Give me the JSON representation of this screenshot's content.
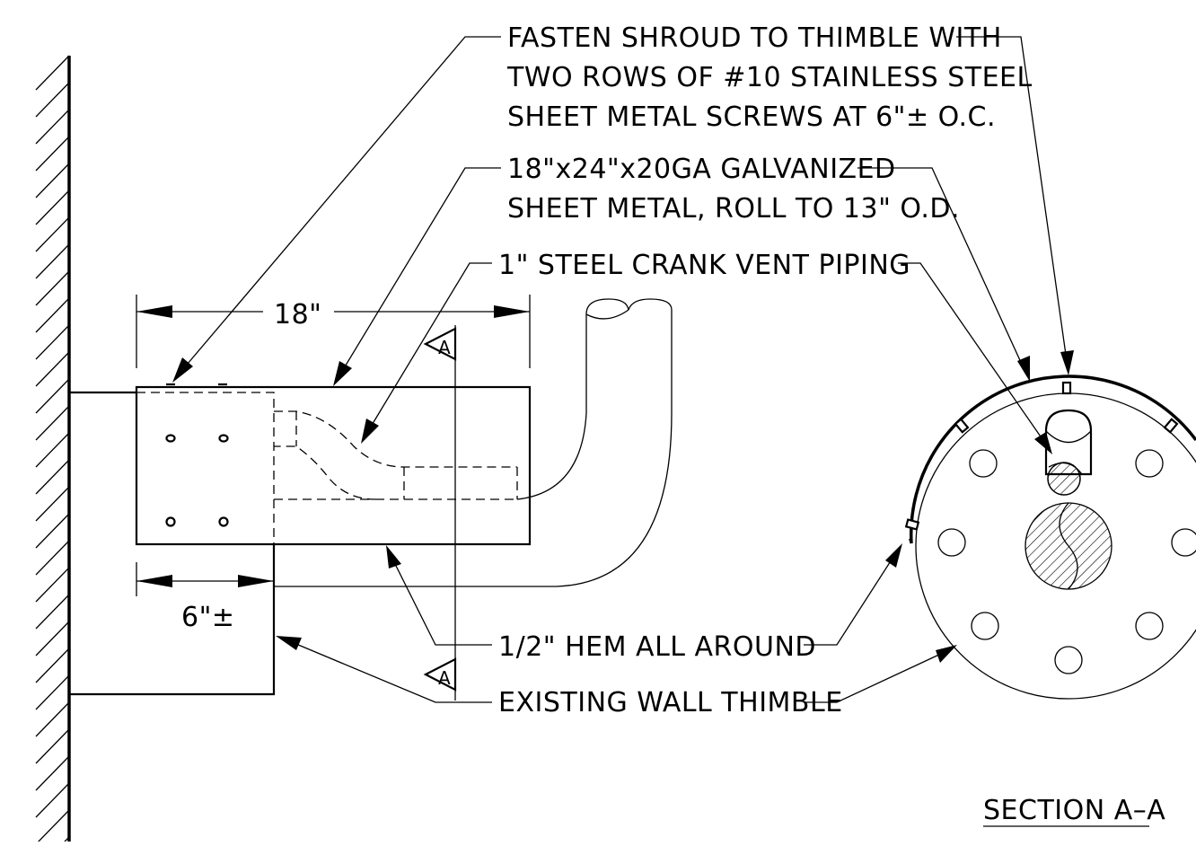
{
  "notes": {
    "fasten_line1": "FASTEN SHROUD TO THIMBLE WITH",
    "fasten_line2": "TWO ROWS OF #10 STAINLESS STEEL",
    "fasten_line3": "SHEET METAL SCREWS AT 6\"± O.C.",
    "sheet_line1": "18\"x24\"x20GA GALVANIZED",
    "sheet_line2": "SHEET METAL, ROLL TO 13\" O.D.",
    "pipe": "1\" STEEL CRANK VENT PIPING",
    "hem": "1/2\" HEM ALL AROUND",
    "thimble": "EXISTING WALL THIMBLE"
  },
  "dimensions": {
    "length": "18\"",
    "overlap": "6\"±"
  },
  "section_marker": "A",
  "section_title": "SECTION A–A"
}
